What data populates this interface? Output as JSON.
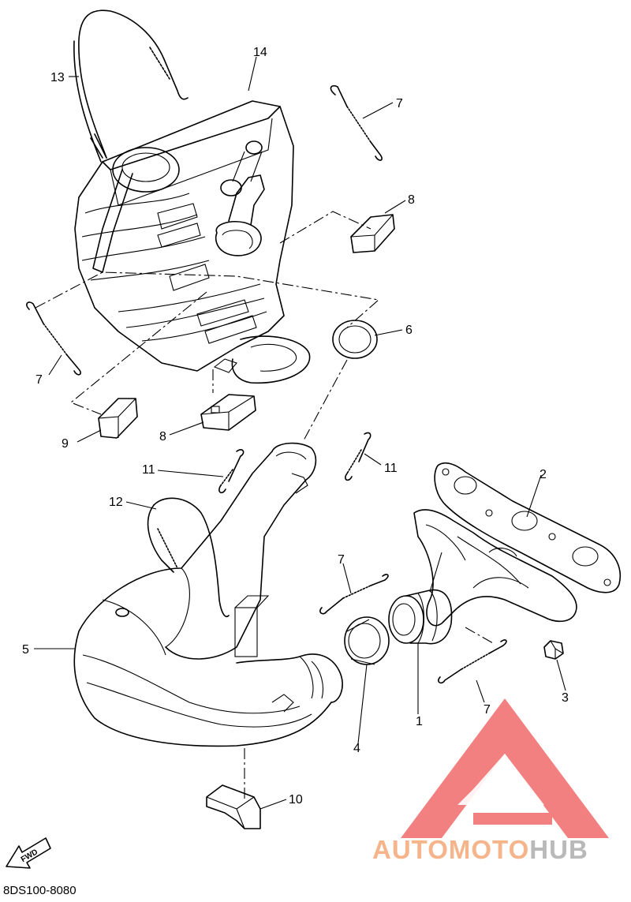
{
  "diagram_code": "8DS100-8080",
  "fwd_label": "FWD",
  "brand": {
    "part1": "AUTOMOTO",
    "part2": "HUB",
    "color1": "#f6b48a",
    "color2": "#b9b9b9",
    "logo_color": "#f26b6b"
  },
  "callouts": {
    "c1": "1",
    "c2": "2",
    "c3": "3",
    "c4": "4",
    "c5": "5",
    "c6": "6",
    "c7a": "7",
    "c7b": "7",
    "c7c": "7",
    "c7d": "7",
    "c8a": "8",
    "c8b": "8",
    "c9": "9",
    "c10": "10",
    "c11a": "11",
    "c11b": "11",
    "c12": "12",
    "c13": "13",
    "c14": "14"
  }
}
